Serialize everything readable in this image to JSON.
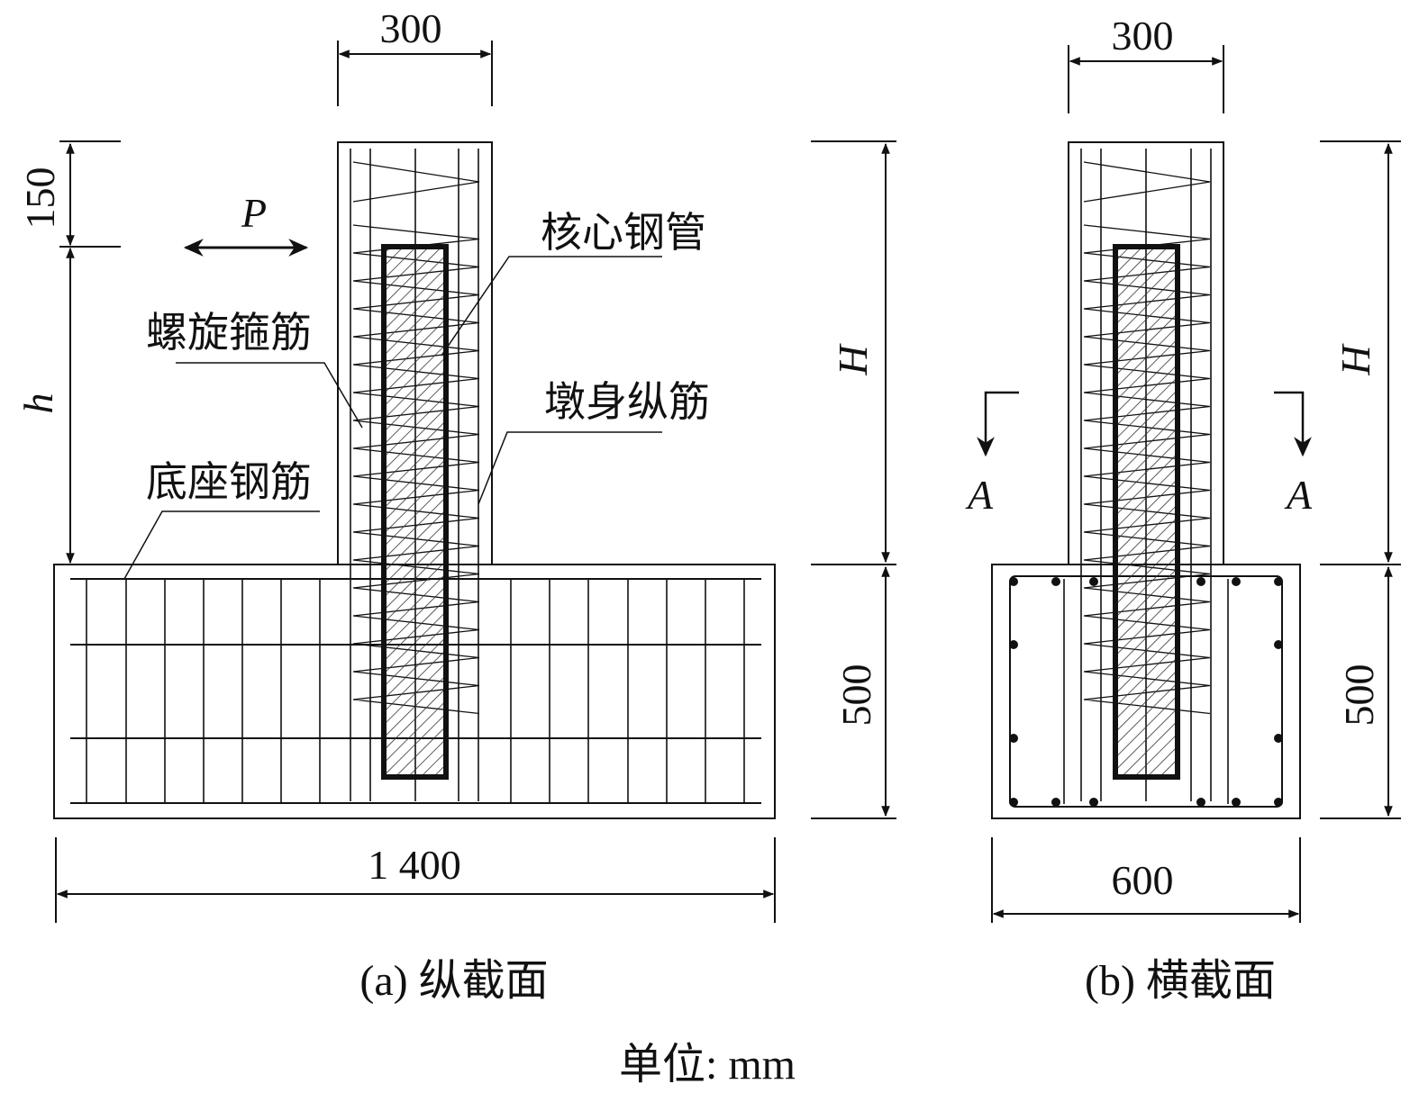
{
  "panel_a": {
    "caption": "(a) 纵截面",
    "top_width": "300",
    "top_height": "150",
    "load_label": "P",
    "height_label": "h",
    "pier_height_label": "H",
    "base_height": "500",
    "base_width": "1 400",
    "labels": {
      "core_tube": "核心钢管",
      "spiral_stirrup": "螺旋箍筋",
      "pier_long_bar": "墩身纵筋",
      "base_bar": "底座钢筋"
    }
  },
  "panel_b": {
    "caption": "(b) 横截面",
    "top_width": "300",
    "pier_height_label": "H",
    "base_height": "500",
    "base_width": "600",
    "section_left": "A",
    "section_right": "A"
  },
  "unit": "单位: mm",
  "colors": {
    "line": "#111111",
    "hatch": "#333333",
    "background": "#ffffff"
  }
}
